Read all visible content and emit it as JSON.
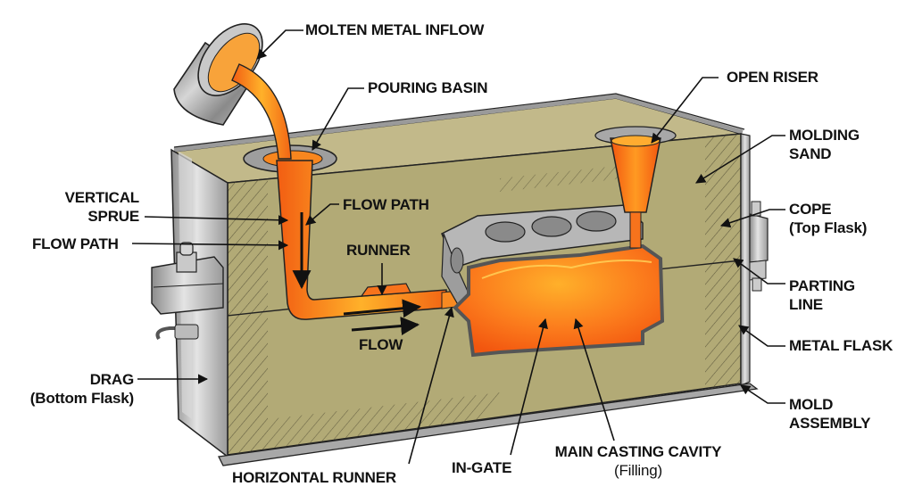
{
  "diagram": {
    "subject": "Sand casting mold cross-section",
    "colors": {
      "molten_metal": "#f7731c",
      "molten_highlight": "#ffc23a",
      "sand": "#b9b07c",
      "sand_dark": "#a49c68",
      "metal_flask": "#b8b8b8",
      "casting_gray": "#9a9a9a",
      "outline": "#222222"
    },
    "labels": {
      "molten_metal_inflow": "MOLTEN METAL INFLOW",
      "pouring_basin": "POURING BASIN",
      "open_riser": "OPEN RISER",
      "molding_sand": [
        "MOLDING",
        "SAND"
      ],
      "cope": [
        "COPE",
        "(Top Flask)"
      ],
      "parting_line": [
        "PARTING",
        "LINE"
      ],
      "metal_flask": "METAL FLASK",
      "mold_assembly": [
        "MOLD",
        "ASSEMBLY"
      ],
      "vertical_sprue": [
        "VERTICAL",
        "SPRUE"
      ],
      "flow_path_left": "FLOW PATH",
      "flow_path_center": "FLOW PATH",
      "runner": "RUNNER",
      "flow": "FLOW",
      "drag": [
        "DRAG",
        "(Bottom Flask)"
      ],
      "horizontal_runner": "HORIZONTAL RUNNER",
      "in_gate": "IN-GATE",
      "main_casting_cavity": [
        "MAIN CASTING CAVITY",
        "(Filling)"
      ]
    }
  }
}
